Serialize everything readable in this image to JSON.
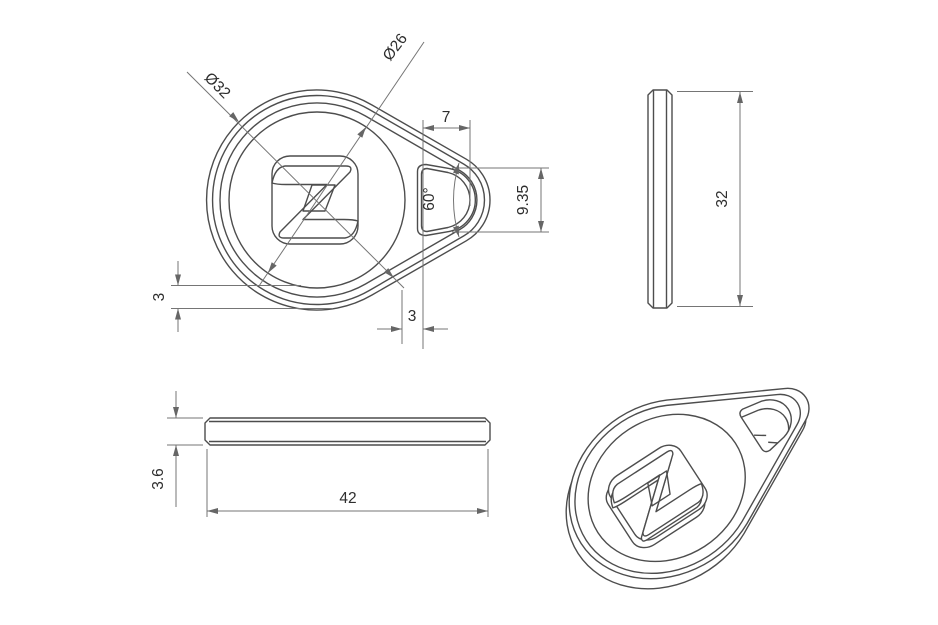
{
  "drawing": {
    "type": "cad-technical-drawing",
    "part": "keyfob-with-z-logo",
    "background_color": "#ffffff",
    "outline_color": "#4d4d4d",
    "dimension_color": "#757575",
    "text_color": "#2e2e2e",
    "front_view": {
      "outer_diameter": "Ø32",
      "inner_diameter": "Ø26",
      "hole_width": "7",
      "hole_angle": "60°",
      "hole_height": "9.35",
      "rim_gap": "3",
      "hole_offset": "3"
    },
    "side_view": {
      "height": "32"
    },
    "profile_view": {
      "thickness": "3.6",
      "length": "42"
    }
  }
}
